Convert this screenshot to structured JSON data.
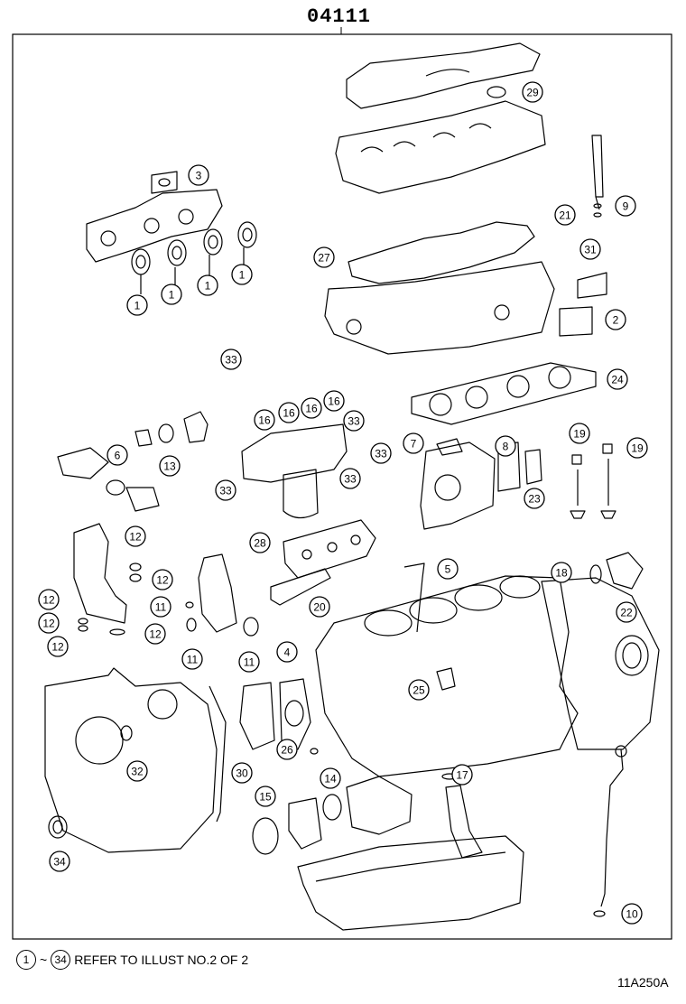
{
  "header": {
    "group_code": "04111"
  },
  "footer": {
    "range_start": "1",
    "range_sep": "~",
    "range_end": "34",
    "note": "REFER TO ILLUST NO.2 OF 2",
    "illustration_code": "11A250A"
  },
  "callouts": [
    "29",
    "3",
    "21",
    "9",
    "27",
    "31",
    "1",
    "1",
    "1",
    "1",
    "2",
    "24",
    "33",
    "16",
    "16",
    "16",
    "16",
    "33",
    "33",
    "33",
    "33",
    "6",
    "13",
    "7",
    "8",
    "19",
    "19",
    "23",
    "12",
    "12",
    "28",
    "5",
    "18",
    "12",
    "12",
    "12",
    "12",
    "11",
    "11",
    "11",
    "20",
    "22",
    "4",
    "25",
    "26",
    "32",
    "30",
    "17",
    "14",
    "15",
    "34",
    "10"
  ]
}
